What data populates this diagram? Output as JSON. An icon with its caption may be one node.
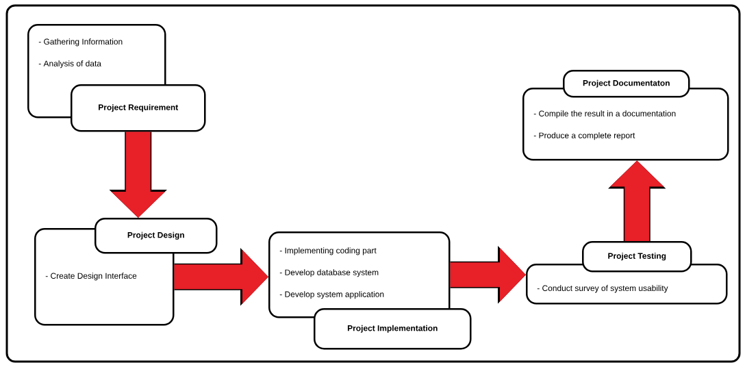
{
  "diagram": {
    "nodes": [
      {
        "text": [
          "- Gathering Information",
          "- Analysis of data"
        ]
      },
      {
        "text": [
          "Project Requirement"
        ]
      },
      {
        "text": [
          "Project Design"
        ]
      },
      {
        "text": [
          "- Create Design Interface"
        ]
      },
      {
        "text": [
          "- Implementing coding part",
          "- Develop database system",
          "- Develop system application"
        ]
      },
      {
        "text": [
          "Project Implementation"
        ]
      },
      {
        "text": [
          "Project Testing"
        ]
      },
      {
        "text": [
          "- Conduct survey of system usability"
        ]
      },
      {
        "text": [
          "Project Documentaton"
        ]
      },
      {
        "text": [
          "- Compile the result in a documentation",
          "- Produce a complete report"
        ]
      }
    ],
    "edges": [
      {
        "from": 1,
        "to": 2,
        "arrow": "to"
      },
      {
        "from": 3,
        "to": 4,
        "arrow": "to"
      },
      {
        "from": 4,
        "to": 7,
        "arrow": "to"
      },
      {
        "from": 6,
        "to": 9,
        "arrow": "to"
      }
    ]
  }
}
